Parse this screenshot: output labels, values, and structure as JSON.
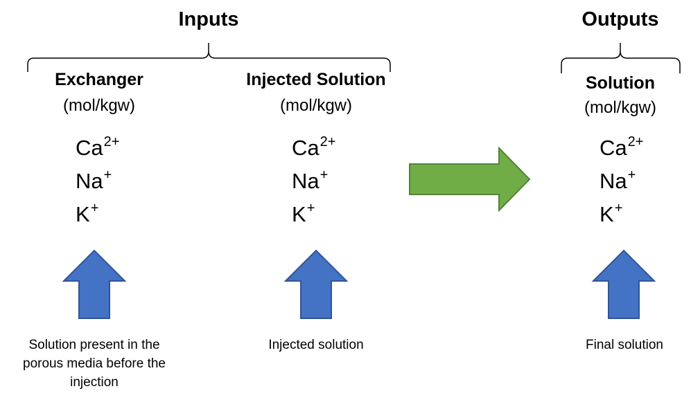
{
  "inputs": {
    "heading": "Inputs",
    "exchanger": {
      "title": "Exchanger",
      "unit": "(mol/kgw)",
      "ions": [
        {
          "base": "Ca",
          "charge": "2+"
        },
        {
          "base": "Na",
          "charge": "+"
        },
        {
          "base": "K",
          "charge": "+"
        }
      ],
      "caption": "Solution present in the porous media before the injection"
    },
    "injected": {
      "title": "Injected Solution",
      "unit": "(mol/kgw)",
      "ions": [
        {
          "base": "Ca",
          "charge": "2+"
        },
        {
          "base": "Na",
          "charge": "+"
        },
        {
          "base": "K",
          "charge": "+"
        }
      ],
      "caption": "Injected solution"
    }
  },
  "outputs": {
    "heading": "Outputs",
    "solution": {
      "title": "Solution",
      "unit": "(mol/kgw)",
      "ions": [
        {
          "base": "Ca",
          "charge": "2+"
        },
        {
          "base": "Na",
          "charge": "+"
        },
        {
          "base": "K",
          "charge": "+"
        }
      ],
      "caption": "Final solution"
    }
  },
  "colors": {
    "process_arrow_fill": "#70ad47",
    "process_arrow_stroke": "#548235",
    "up_arrow_fill": "#4472c4",
    "up_arrow_stroke": "#2f5597",
    "brace": "#000000"
  }
}
